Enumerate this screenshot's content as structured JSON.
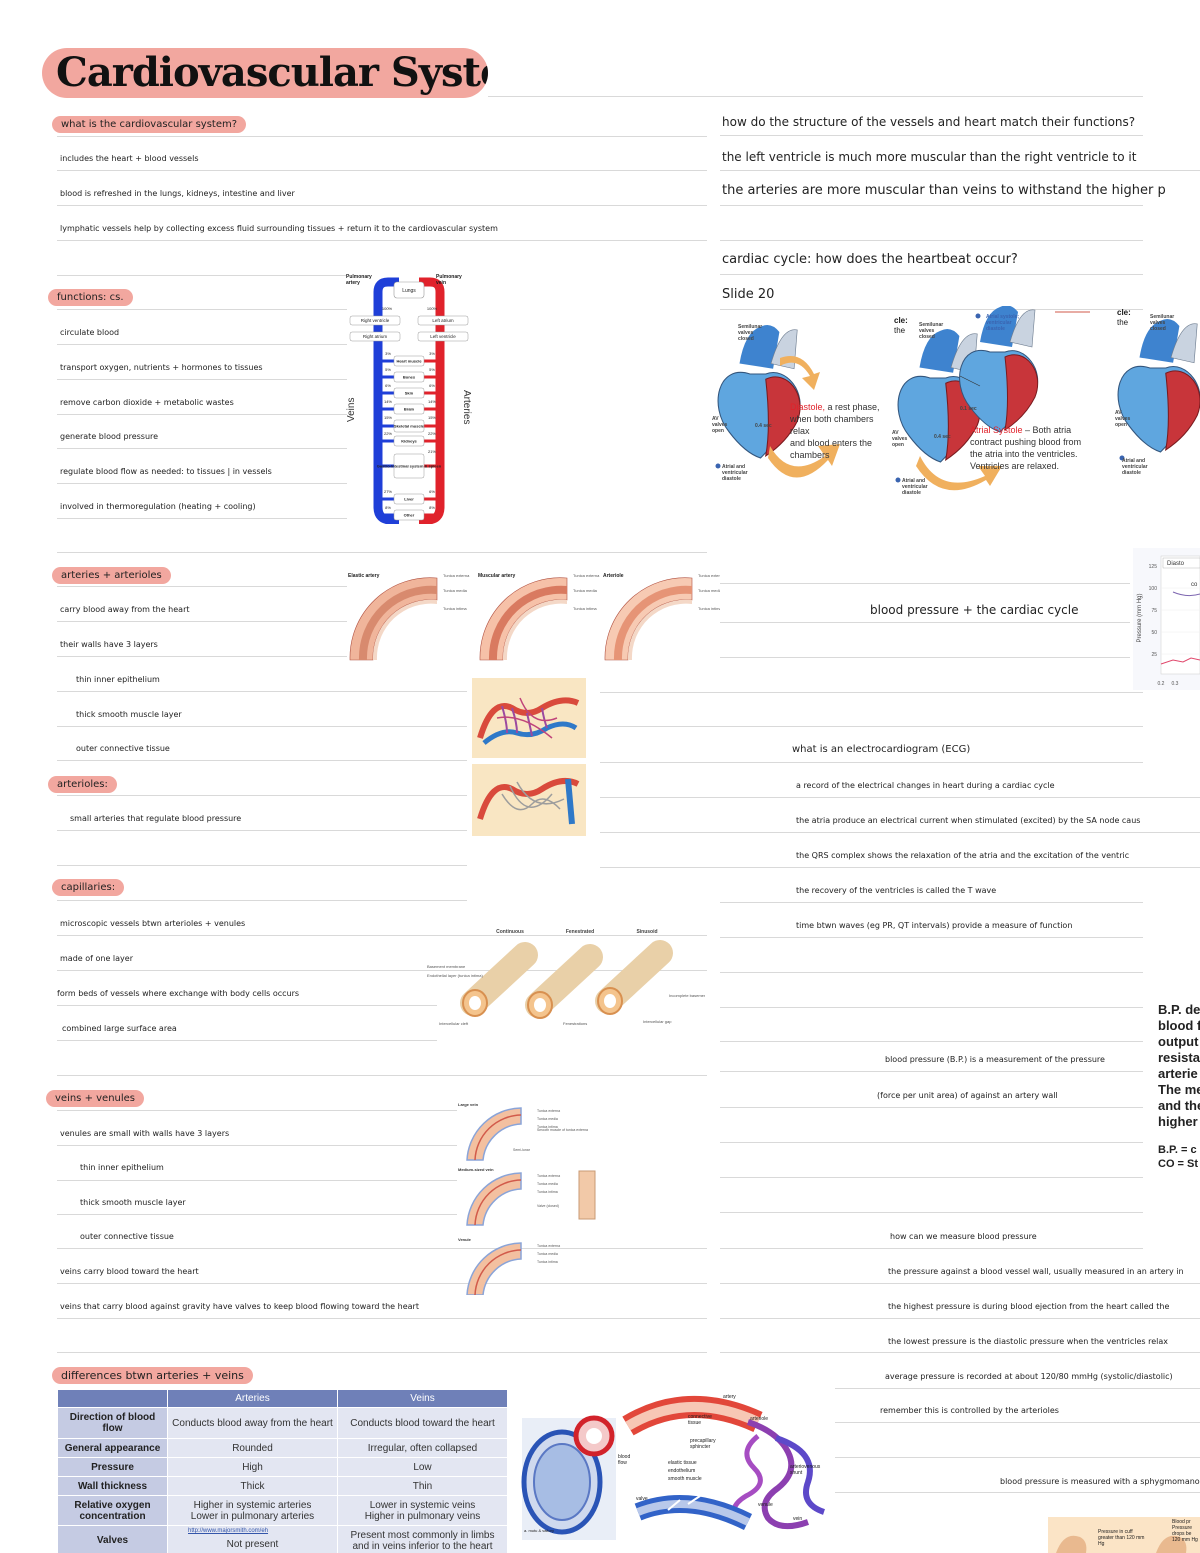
{
  "title": "Cardiovascular System",
  "left": {
    "what_heading": "what is the cardiovascular system?",
    "what_lines": [
      "includes the heart + blood vessels",
      "blood is refreshed in the lungs, kidneys, intestine and liver",
      "lymphatic vessels help by collecting excess fluid surrounding tissues + return it to the cardiovascular system"
    ],
    "functions_heading": "functions: cs.",
    "functions_lines": [
      "circulate blood",
      "transport oxygen, nutrients + hormones to tissues",
      "remove carbon dioxide + metabolic wastes",
      "generate blood pressure",
      "regulate blood flow as needed: to tissues | in vessels",
      "involved in thermoregulation (heating + cooling)"
    ],
    "arteries_heading": "arteries + arterioles",
    "arteries_lines": [
      "carry blood away from the heart",
      "their walls have 3 layers",
      "thin inner epithelium",
      "thick smooth muscle layer",
      "outer connective tissue"
    ],
    "arterioles_heading": "arterioles:",
    "arterioles_lines": [
      "small arteries that regulate blood pressure"
    ],
    "capillaries_heading": "capillaries:",
    "capillaries_lines": [
      "microscopic vessels btwn arterioles + venules",
      "made of one layer",
      "form beds of vessels where exchange with body cells occurs",
      "combined large surface area"
    ],
    "veins_heading": "veins + venules",
    "veins_lines": [
      "venules are small with walls have 3 layers",
      "thin inner epithelium",
      "thick smooth muscle layer",
      "outer connective tissue",
      "veins carry blood toward the heart",
      "veins that carry blood against gravity have valves to keep blood flowing toward the heart"
    ],
    "differences_heading": "differences btwn arteries + veins"
  },
  "right": {
    "structure_question": "how do the structure of the vessels and heart match their functions?",
    "structure_lines": [
      "the left ventricle is much more muscular than the right ventricle to it",
      "the arteries are more muscular than veins to withstand the higher p"
    ],
    "cardiac_cycle_question": "cardiac cycle: how does the heartbeat occur?",
    "slide_ref": "Slide 20",
    "bp_cardiac": "blood pressure + the cardiac cycle",
    "ecg_heading": "what is an electrocardiogram (ECG)",
    "ecg_lines": [
      "a record of the electrical changes in heart during a cardiac cycle",
      "the atria produce an electrical current when stimulated (excited) by the SA node caus",
      "the QRS complex shows the relaxation of the atria and the excitation of the ventric",
      "the recovery of the ventricles is called the T wave",
      "time btwn waves (eg PR, QT intervals) provide a measure of function"
    ],
    "bp_def_lines": [
      "blood pressure (B.P.) is a measurement of the pressure",
      "(force per unit area) of against an artery wall"
    ],
    "measure_heading": "how can we measure blood pressure",
    "measure_lines": [
      "the pressure against a blood vessel wall, usually measured in an artery in",
      "the highest pressure is during blood ejection from the heart called the",
      "the lowest pressure is the diastolic pressure when the ventricles relax",
      "average pressure is recorded at about 120/80 mmHg (systolic/diastolic)",
      "remember this is controlled by the arterioles"
    ],
    "sphyg_line": "blood pressure is measured with a sphygmomanometer",
    "bp_side_text": [
      "B.P. de",
      "blood f",
      "output",
      "resista",
      "arterie",
      "The me",
      "and the",
      "higher"
    ],
    "bp_formula": [
      "B.P. = c",
      "CO = St"
    ]
  },
  "figures": {
    "circulation": {
      "pulmonary_artery": "Pulmonary artery",
      "pulmonary_vein": "Pulmonary vein",
      "lungs": "Lungs",
      "pct_100": "100%",
      "right_ventricle": "Right ventricle",
      "left_atrium": "Left atrium",
      "right_atrium": "Right atrium",
      "left_ventricle": "Left ventricle",
      "veins_label": "Veins",
      "arteries_label": "Arteries",
      "organs": [
        {
          "name": "Heart muscle",
          "left": "3%",
          "right": "3%"
        },
        {
          "name": "Bones",
          "left": "5%",
          "right": "5%"
        },
        {
          "name": "Skin",
          "left": "6%",
          "right": "6%"
        },
        {
          "name": "Brain",
          "left": "14%",
          "right": "14%"
        },
        {
          "name": "Skeletal muscle",
          "left": "15%",
          "right": "15%"
        },
        {
          "name": "Kidneys",
          "left": "22%",
          "right": "22%"
        },
        {
          "name": "Gastro-intestinal system & spleen",
          "left": "",
          "right": "21%"
        },
        {
          "name": "Liver",
          "left": "27%",
          "right": "6%"
        },
        {
          "name": "Other",
          "left": "8%",
          "right": "8%"
        }
      ]
    },
    "cardiac": {
      "semilunar_closed": "Semilunar valves closed",
      "av_open": "AV valves open",
      "atrial_diastole": "Atrial and ventricular diastole",
      "diastole_title": "Diastole,",
      "diastole_text": [
        "a rest phase,",
        "when both chambers",
        "relax",
        "and blood enters the",
        "chambers"
      ],
      "t04": "0.4 sec",
      "t01": "0.1 sec",
      "atrial_systole_label": "Atrial systole; ventricular diastole",
      "systole_title": "Atrial Systole",
      "systole_text": [
        "– Both atria",
        "contract pushing blood from",
        "the atria into the ventricles.",
        "Ventricles are relaxed."
      ],
      "cut_text": [
        "cle:",
        "the"
      ]
    },
    "bp_chart": {
      "ylabel": "Pressure (mm Hg)",
      "ticks": [
        "125",
        "100",
        "75",
        "50",
        "25"
      ],
      "xticks": [
        "0.2",
        "0.3"
      ],
      "legend": "Diasto",
      "extra": "co"
    },
    "vessels": {
      "elastic": "Elastic artery",
      "muscular": "Muscular artery",
      "arteriole": "Arteriole",
      "tunica_externa": "Tunica externa",
      "tunica_media": "Tunica media",
      "tunica_intima": "Tunica intima"
    },
    "capillaries": {
      "continuous": "Continuous",
      "fenestrated": "Fenestrated",
      "sinusoid": "Sinusoid",
      "basement_membrane": "Basement membrane",
      "endothelial": "Endothelial layer (tunica intima)",
      "intercellular_cleft": "Intercellular cleft",
      "fenestrations": "Fenestrations",
      "intercellular_gap": "Intercellular gap",
      "incomplete_bm": "Incomplete basement membrane"
    },
    "veins": {
      "large_vein": "Large vein",
      "medium_vein": "Medium-sized vein",
      "venule": "Venule",
      "smooth_muscle": "Smooth muscle of tunica externa",
      "semilunar_valve": "Semi-lunar",
      "valve_closed": "Valve (closed)"
    },
    "microcirculation": {
      "artery": "artery",
      "arteriole": "arteriole",
      "connective": "connective tissue",
      "precapillary": "precapillary sphincter",
      "elastic": "elastic tissue",
      "endothelium": "endothelium",
      "smooth_muscle": "smooth muscle",
      "av_shunt": "arteriovenous shunt",
      "blood_flow": "blood flow",
      "valve": "valve",
      "venule": "venule",
      "vein": "vein",
      "caption": "a. mutu & valtory"
    },
    "cuff": {
      "left": "Pressure in cuff greater than 120 mm Hg",
      "right": "Blood pr Pressure drops be 120 mm Hg"
    },
    "url_snippet": "http://www.majorsmith.com/eh"
  },
  "table": {
    "headers": [
      "",
      "Arteries",
      "Veins"
    ],
    "rows": [
      {
        "label": "Direction of blood flow",
        "arteries": "Conducts blood away from the heart",
        "veins": "Conducts blood toward the heart"
      },
      {
        "label": "General appearance",
        "arteries": "Rounded",
        "veins": "Irregular, often collapsed"
      },
      {
        "label": "Pressure",
        "arteries": "High",
        "veins": "Low"
      },
      {
        "label": "Wall thickness",
        "arteries": "Thick",
        "veins": "Thin"
      },
      {
        "label": "Relative oxygen concentration",
        "arteries": "Higher in systemic arteries\nLower in pulmonary arteries",
        "veins": "Lower in systemic veins\nHigher in pulmonary veins"
      },
      {
        "label": "Valves",
        "arteries": "Not present",
        "veins": "Present most commonly in limbs and in veins inferior to the heart"
      }
    ]
  },
  "colors": {
    "highlight": "#f2a79f",
    "table_header": "#6f80b8",
    "table_row_head": "#c5cbe3",
    "table_cell": "#e3e6f2",
    "vein_blue": "#1f3fd8",
    "artery_red": "#e0222b"
  }
}
